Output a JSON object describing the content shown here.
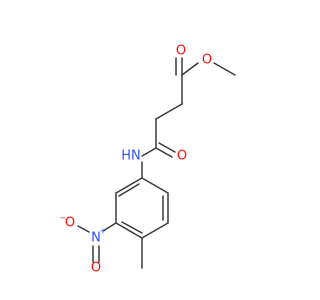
{
  "molecule": {
    "atoms": {
      "o_ester_carbonyl": {
        "label": "O",
        "color": "#ff0d0d"
      },
      "o_ester_ether": {
        "label": "O",
        "color": "#ff0d0d"
      },
      "o_amide": {
        "label": "O",
        "color": "#ff0d0d"
      },
      "n_amide": {
        "label": "HN",
        "color": "#3050f8"
      },
      "n_nitro": {
        "label": "N",
        "charge": "+",
        "color": "#3050f8"
      },
      "o_nitro_minus": {
        "label": "O",
        "charge": "−",
        "color": "#ff0d0d"
      },
      "o_nitro_double": {
        "label": "O",
        "color": "#ff0d0d"
      }
    },
    "bond_color": "#3a3a3a"
  }
}
